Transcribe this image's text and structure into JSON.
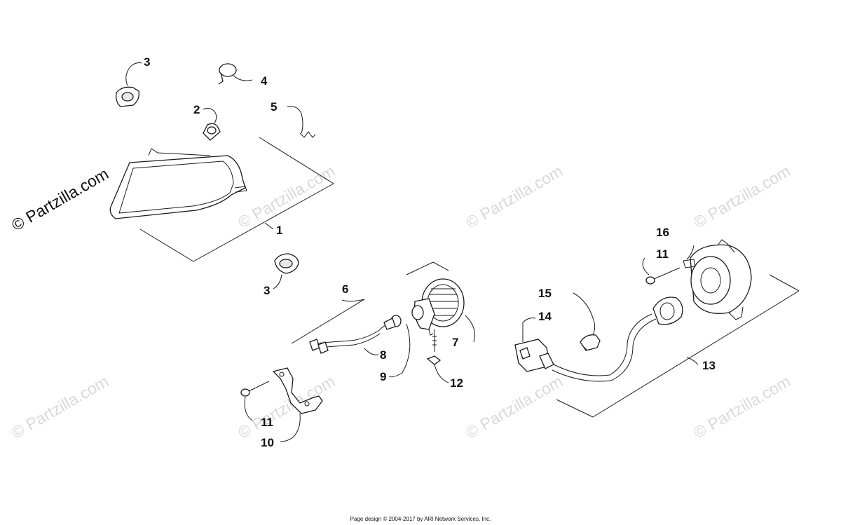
{
  "watermark": "© Partzilla.com",
  "callouts": [
    "1",
    "2",
    "3",
    "3",
    "4",
    "5",
    "6",
    "7",
    "8",
    "9",
    "10",
    "11",
    "11",
    "12",
    "13",
    "14",
    "15",
    "16"
  ],
  "footer": "Page design © 2004-2017 by ARI Network Services, Inc."
}
